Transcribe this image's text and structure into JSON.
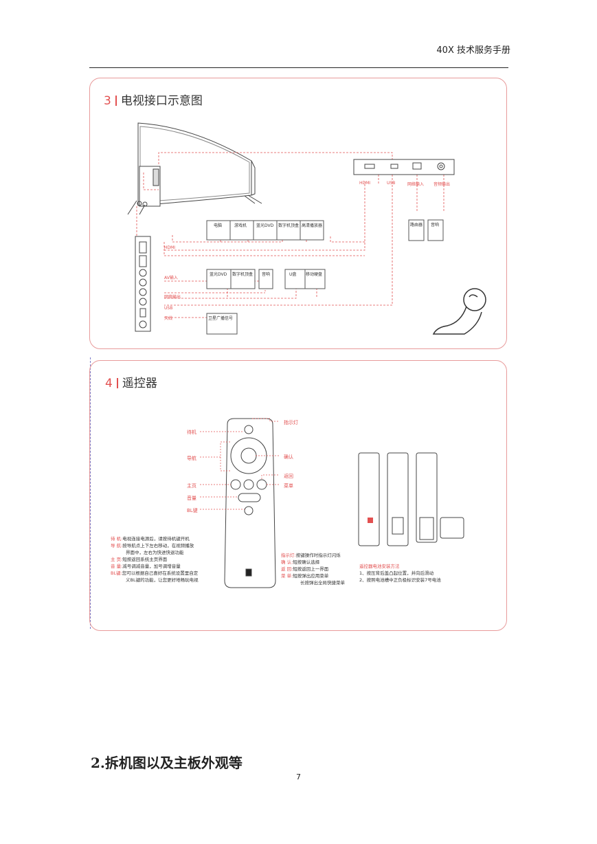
{
  "header": {
    "title": "40X 技术服务手册"
  },
  "section3": {
    "num": "3",
    "title": "电视接口示意图",
    "top_ports": [
      "HDMI",
      "USB",
      "网络输入",
      "音频输出"
    ],
    "side_labels": {
      "hdmi": "HDMI",
      "av": "AV输入",
      "net": "网络输出",
      "usb": "USB",
      "ant": "天线"
    },
    "devices_row1": [
      "电脑",
      "游戏机",
      "蓝光DVD",
      "数字机顶盒",
      "高清播放器"
    ],
    "devices_row2": [
      "蓝光DVD",
      "数字机顶盒"
    ],
    "audio": "音响",
    "udisk": [
      "U盘",
      "移动硬盘"
    ],
    "router": "路由器",
    "audio2": "音响",
    "satellite": "卫星广播信号"
  },
  "section4": {
    "num": "4",
    "title": "遥控器",
    "left_labels": {
      "standby": "待机",
      "nav": "导航",
      "home": "主页",
      "volume": "音量",
      "bt": "BL键"
    },
    "right_labels": {
      "indicator": "指示灯",
      "ok": "确认",
      "back": "返回",
      "menu": "菜单"
    },
    "desc_left": [
      {
        "k": "待 机:",
        "v": "电视连接电源后，请按待机键开机"
      },
      {
        "k": "导 航:",
        "v": "按导航点上下左右移动，在视频播放"
      },
      {
        "k": "",
        "v": "界面中，左右为快进快退功能"
      },
      {
        "k": "主 页:",
        "v": "短按返回系统主页界面"
      },
      {
        "k": "音 量:",
        "v": "减号调减音量，加号调增音量"
      },
      {
        "k": "BL键:",
        "v": "您可以根据自己喜好在系统设置里自定"
      },
      {
        "k": "",
        "v": "义BL键的功能，让您更好地畅玩电视"
      }
    ],
    "desc_mid": [
      {
        "k": "指示灯:",
        "v": "按键操作时指示灯闪烁"
      },
      {
        "k": "确 认:",
        "v": "短按确认选择"
      },
      {
        "k": "返 回:",
        "v": "短按返回上一界面"
      },
      {
        "k": "菜 单:",
        "v": "短按弹出应用菜单"
      },
      {
        "k": "",
        "v": "长按弹出全局快捷菜单"
      }
    ],
    "battery_title": "遥控器电池安装方法",
    "battery_steps": [
      "1、按压背后盖凸起位置，并向后滑动",
      "2、按照电池槽中正负极标识安装7号电池"
    ]
  },
  "section2": {
    "title": "2.拆机图以及主板外观等"
  },
  "page_number": "7"
}
